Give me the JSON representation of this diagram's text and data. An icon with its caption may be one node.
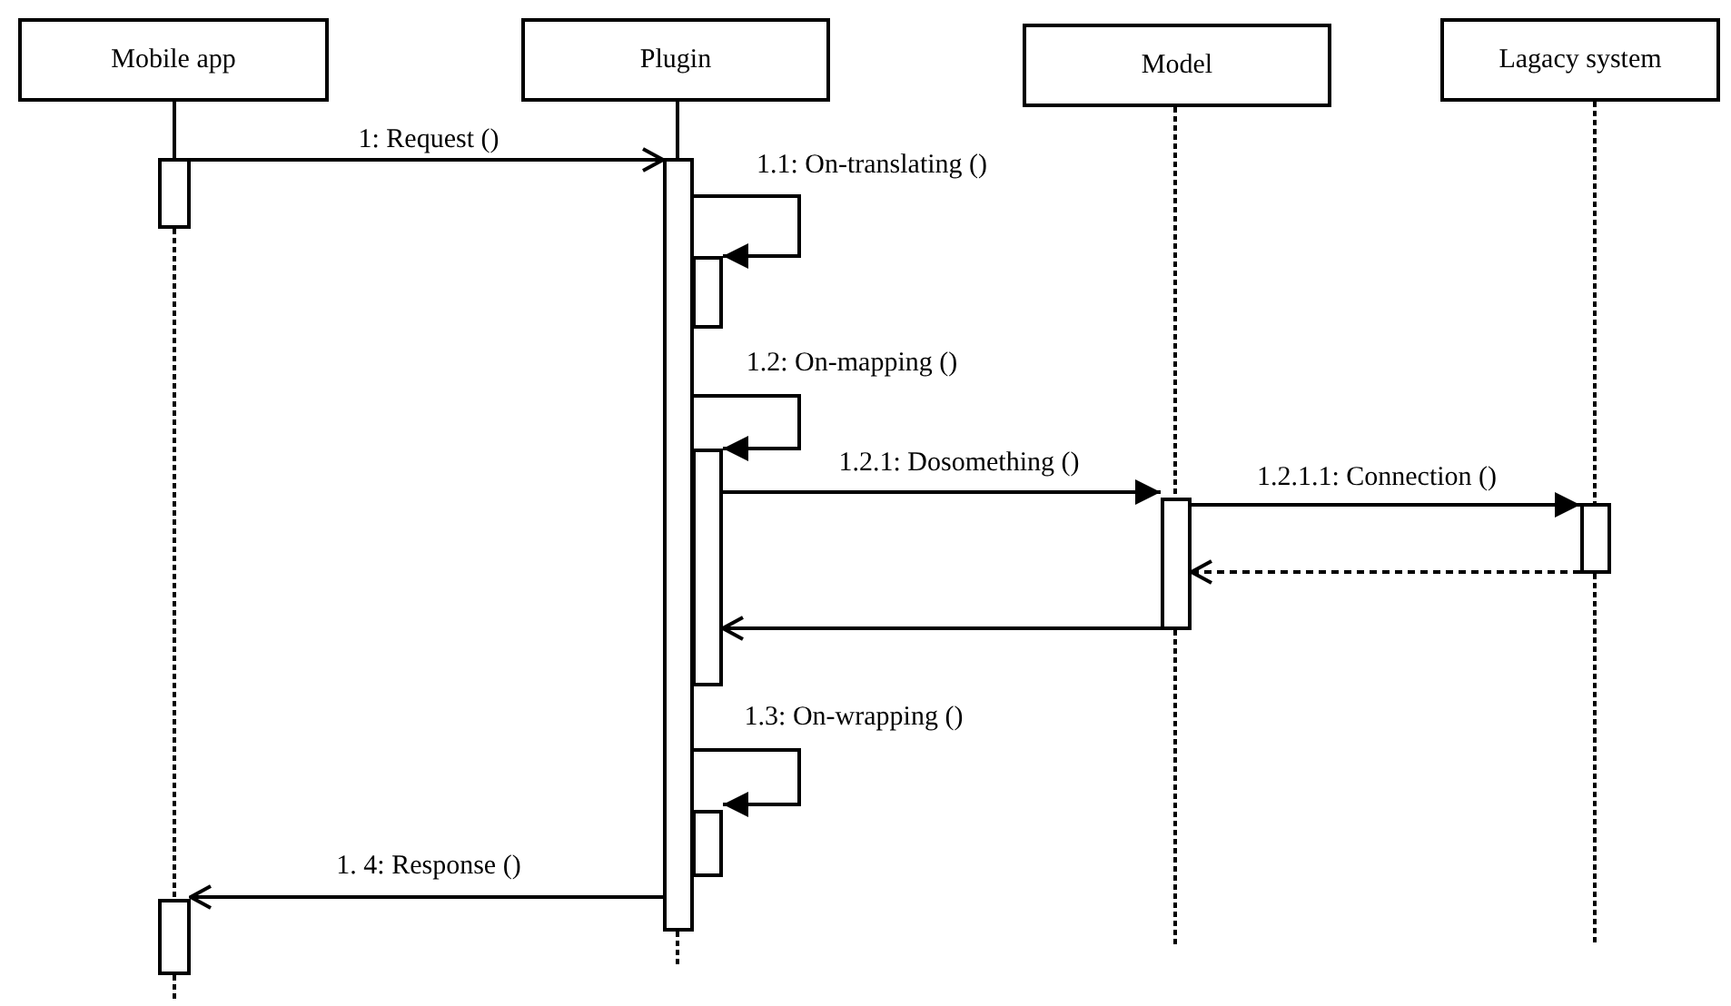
{
  "diagram": {
    "nodes": [
      {
        "text": [
          "Mobile app"
        ]
      },
      {
        "text": [
          "Plugin"
        ]
      },
      {
        "text": [
          "Model"
        ]
      },
      {
        "text": [
          "Lagacy system"
        ]
      },
      {
        "text": [],
        "shape": "bar"
      },
      {
        "text": [],
        "shape": "bar"
      },
      {
        "text": [],
        "shape": "bar"
      },
      {
        "text": [],
        "shape": "bar"
      },
      {
        "text": [],
        "shape": "bar"
      },
      {
        "text": [],
        "shape": "bar"
      },
      {
        "text": [],
        "shape": "bar"
      },
      {
        "text": [],
        "shape": "bar"
      }
    ],
    "edges": [
      {
        "from": 4,
        "to": 5,
        "arrow": "to",
        "label": "1: Request ()"
      },
      {
        "from": 5,
        "to": 6,
        "arrow": "to",
        "label": "1.1: On-translating ()"
      },
      {
        "from": 5,
        "to": 7,
        "arrow": "to",
        "label": "1.2: On-mapping ()"
      },
      {
        "from": 7,
        "to": 8,
        "arrow": "to",
        "label": "1.2.1: Dosomething ()"
      },
      {
        "from": 8,
        "to": 9,
        "arrow": "to",
        "label": "1.2.1.1: Connection ()"
      },
      {
        "from": 9,
        "to": 8,
        "arrow": "to",
        "style": "dashed"
      },
      {
        "from": 8,
        "to": 7,
        "arrow": "to"
      },
      {
        "from": 5,
        "to": 10,
        "arrow": "to",
        "label": "1.3: On-wrapping ()"
      },
      {
        "from": 5,
        "to": 11,
        "arrow": "to",
        "label": "1. 4: Response ()"
      },
      {
        "from": 0,
        "to": 4,
        "arrow": "none"
      },
      {
        "from": 4,
        "to": 11,
        "arrow": "none",
        "style": "dashed"
      },
      {
        "from": 1,
        "to": 5,
        "arrow": "none"
      },
      {
        "from": 2,
        "to": 8,
        "arrow": "none",
        "style": "dashed"
      },
      {
        "from": 3,
        "to": 9,
        "arrow": "none",
        "style": "dashed"
      }
    ]
  }
}
